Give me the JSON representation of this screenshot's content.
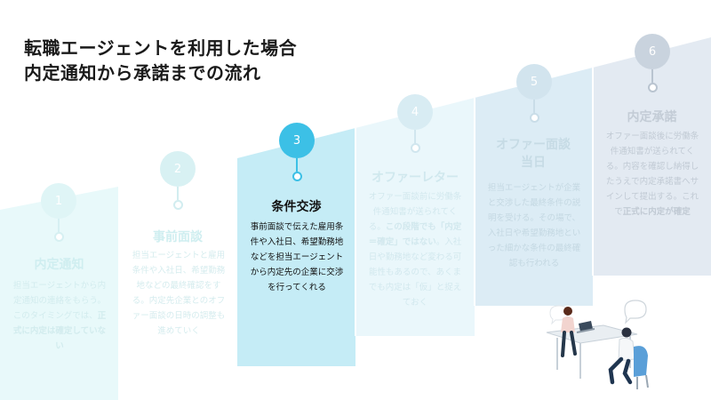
{
  "title": {
    "line1": "転職エージェントを利用した場合",
    "line2": "内定通知から承諾までの流れ"
  },
  "steps": [
    {
      "number": "1",
      "title": "内定通知",
      "desc": [
        {
          "text": "担当エージェントから内定通知の連絡をもらう。このタイミングでは、"
        },
        {
          "text": "正式に内定は確定していない",
          "bold": true
        }
      ],
      "band_color": "#e8f9fa",
      "number_color": "#ffffff",
      "title_color": "#cfeef0",
      "desc_color": "#d2ecee"
    },
    {
      "number": "2",
      "title": "事前面談",
      "desc": [
        {
          "text": "担当エージェントと雇用条件や入社日、希望勤務地などの最終確認をする。内定先企業とのオファー面談の日時の調整も進めていく"
        }
      ],
      "band_color": "#ffffff",
      "number_color": "#ffffff",
      "title_color": "#cfeef0",
      "desc_color": "#d5ecee"
    },
    {
      "number": "3",
      "title": "条件交渉",
      "desc": [
        {
          "text": "事前面談で伝えた雇用条件や入社日、希望勤務地などを担当エージェントから内定先の企業に交渉を行ってくれる"
        }
      ],
      "band_color": "#c5ecf6",
      "number_color": "#ffffff",
      "title_color": "#111111",
      "desc_color": "#111111"
    },
    {
      "number": "4",
      "title": "オファーレター",
      "desc": [
        {
          "text": "オファー面談前に労働条件通知書が送られてくる。"
        },
        {
          "text": "この段階でも「内定＝確定」ではない",
          "bold": true
        },
        {
          "text": "。入社日や勤務地など変わる可能性もあるので、あくまでも内定は「仮」と捉えておく"
        }
      ],
      "band_color": "#eaf7fb",
      "number_color": "#ffffff",
      "title_color": "#d0e8ee",
      "desc_color": "#d2e8ee"
    },
    {
      "number": "5",
      "title": "オファー面談当日",
      "desc": [
        {
          "text": "担当エージェントが企業と交渉した最終条件の説明を受ける。その場で、入社日や希望勤務地といった細かな条件の最終確認も行われる"
        }
      ],
      "band_color": "#dcecf5",
      "number_color": "#ffffff",
      "title_color": "#c6dbe5",
      "desc_color": "#c4d8e2"
    },
    {
      "number": "6",
      "title": "内定承諾",
      "desc": [
        {
          "text": "オファー面談後に労働条件通知書が送られてくる。内容を確認し納得したうえで内定承諾書へサインして提出する。これで"
        },
        {
          "text": "正式に内定が確定",
          "bold": true
        }
      ],
      "band_color": "#e3eaf2",
      "number_color": "#ffffff",
      "title_color": "#c3ccd6",
      "desc_color": "#c1cad4"
    }
  ],
  "pins": [
    {
      "color": "#dff5f6",
      "stem": "#d6f0f2"
    },
    {
      "color": "#d8f1f3",
      "stem": "#d2edf0"
    },
    {
      "color": "#3cc0e6",
      "stem": "#3cc0e6"
    },
    {
      "color": "#d8ecf3",
      "stem": "#d0e6ee"
    },
    {
      "color": "#d2e4ee",
      "stem": "#c9dde8"
    },
    {
      "color": "#c9d3de",
      "stem": "#b9c4d0"
    }
  ],
  "illustration": {
    "icon": "meeting-illustration-icon"
  }
}
